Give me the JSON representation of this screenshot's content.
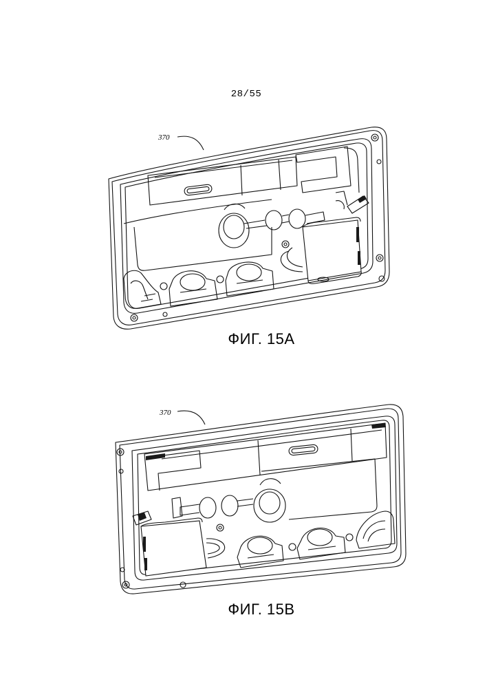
{
  "page": {
    "page_number": "28/55"
  },
  "figures": [
    {
      "caption": "ФИГ. 15A",
      "reference_label": "370"
    },
    {
      "caption": "ФИГ. 15B",
      "reference_label": "370"
    }
  ]
}
